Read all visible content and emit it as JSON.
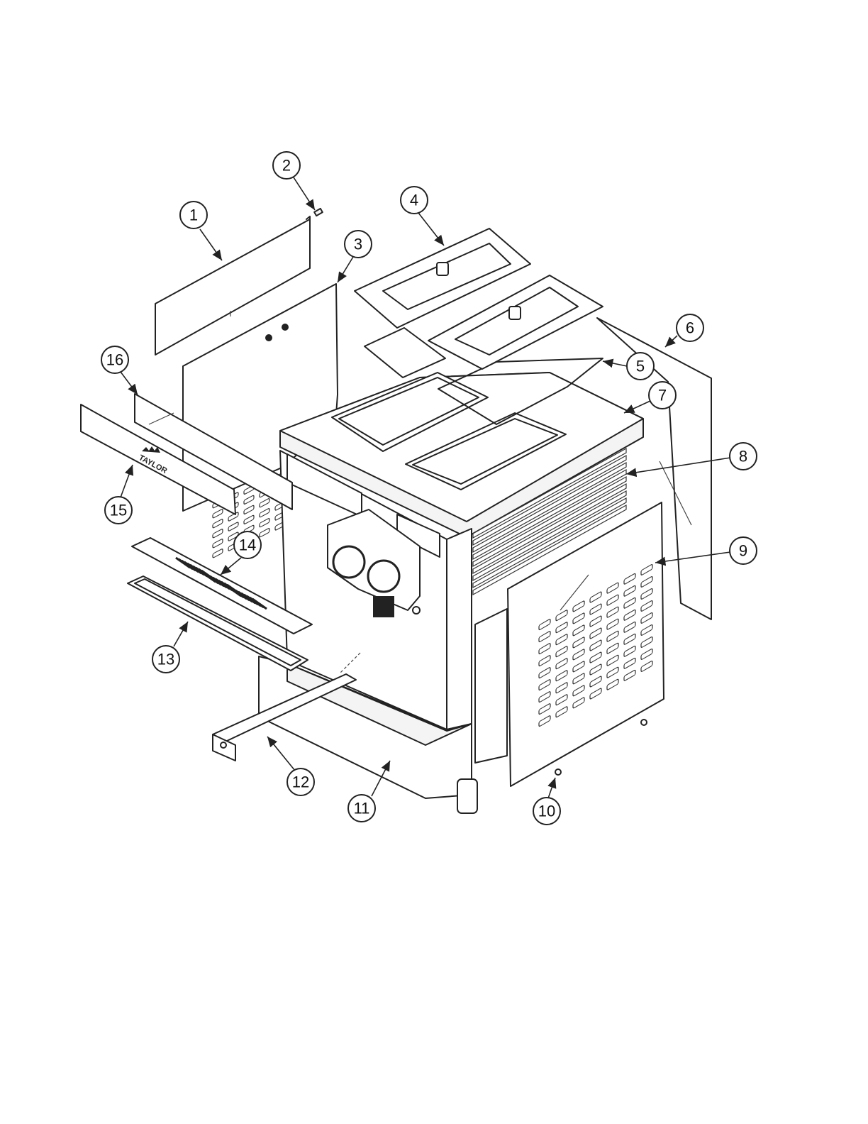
{
  "diagram": {
    "brand_text": "TAYLOR",
    "callouts": [
      {
        "number": "1"
      },
      {
        "number": "2"
      },
      {
        "number": "3"
      },
      {
        "number": "4"
      },
      {
        "number": "5"
      },
      {
        "number": "6"
      },
      {
        "number": "7"
      },
      {
        "number": "8"
      },
      {
        "number": "9"
      },
      {
        "number": "10"
      },
      {
        "number": "11"
      },
      {
        "number": "12"
      },
      {
        "number": "13"
      },
      {
        "number": "14"
      },
      {
        "number": "15"
      },
      {
        "number": "16"
      }
    ]
  }
}
